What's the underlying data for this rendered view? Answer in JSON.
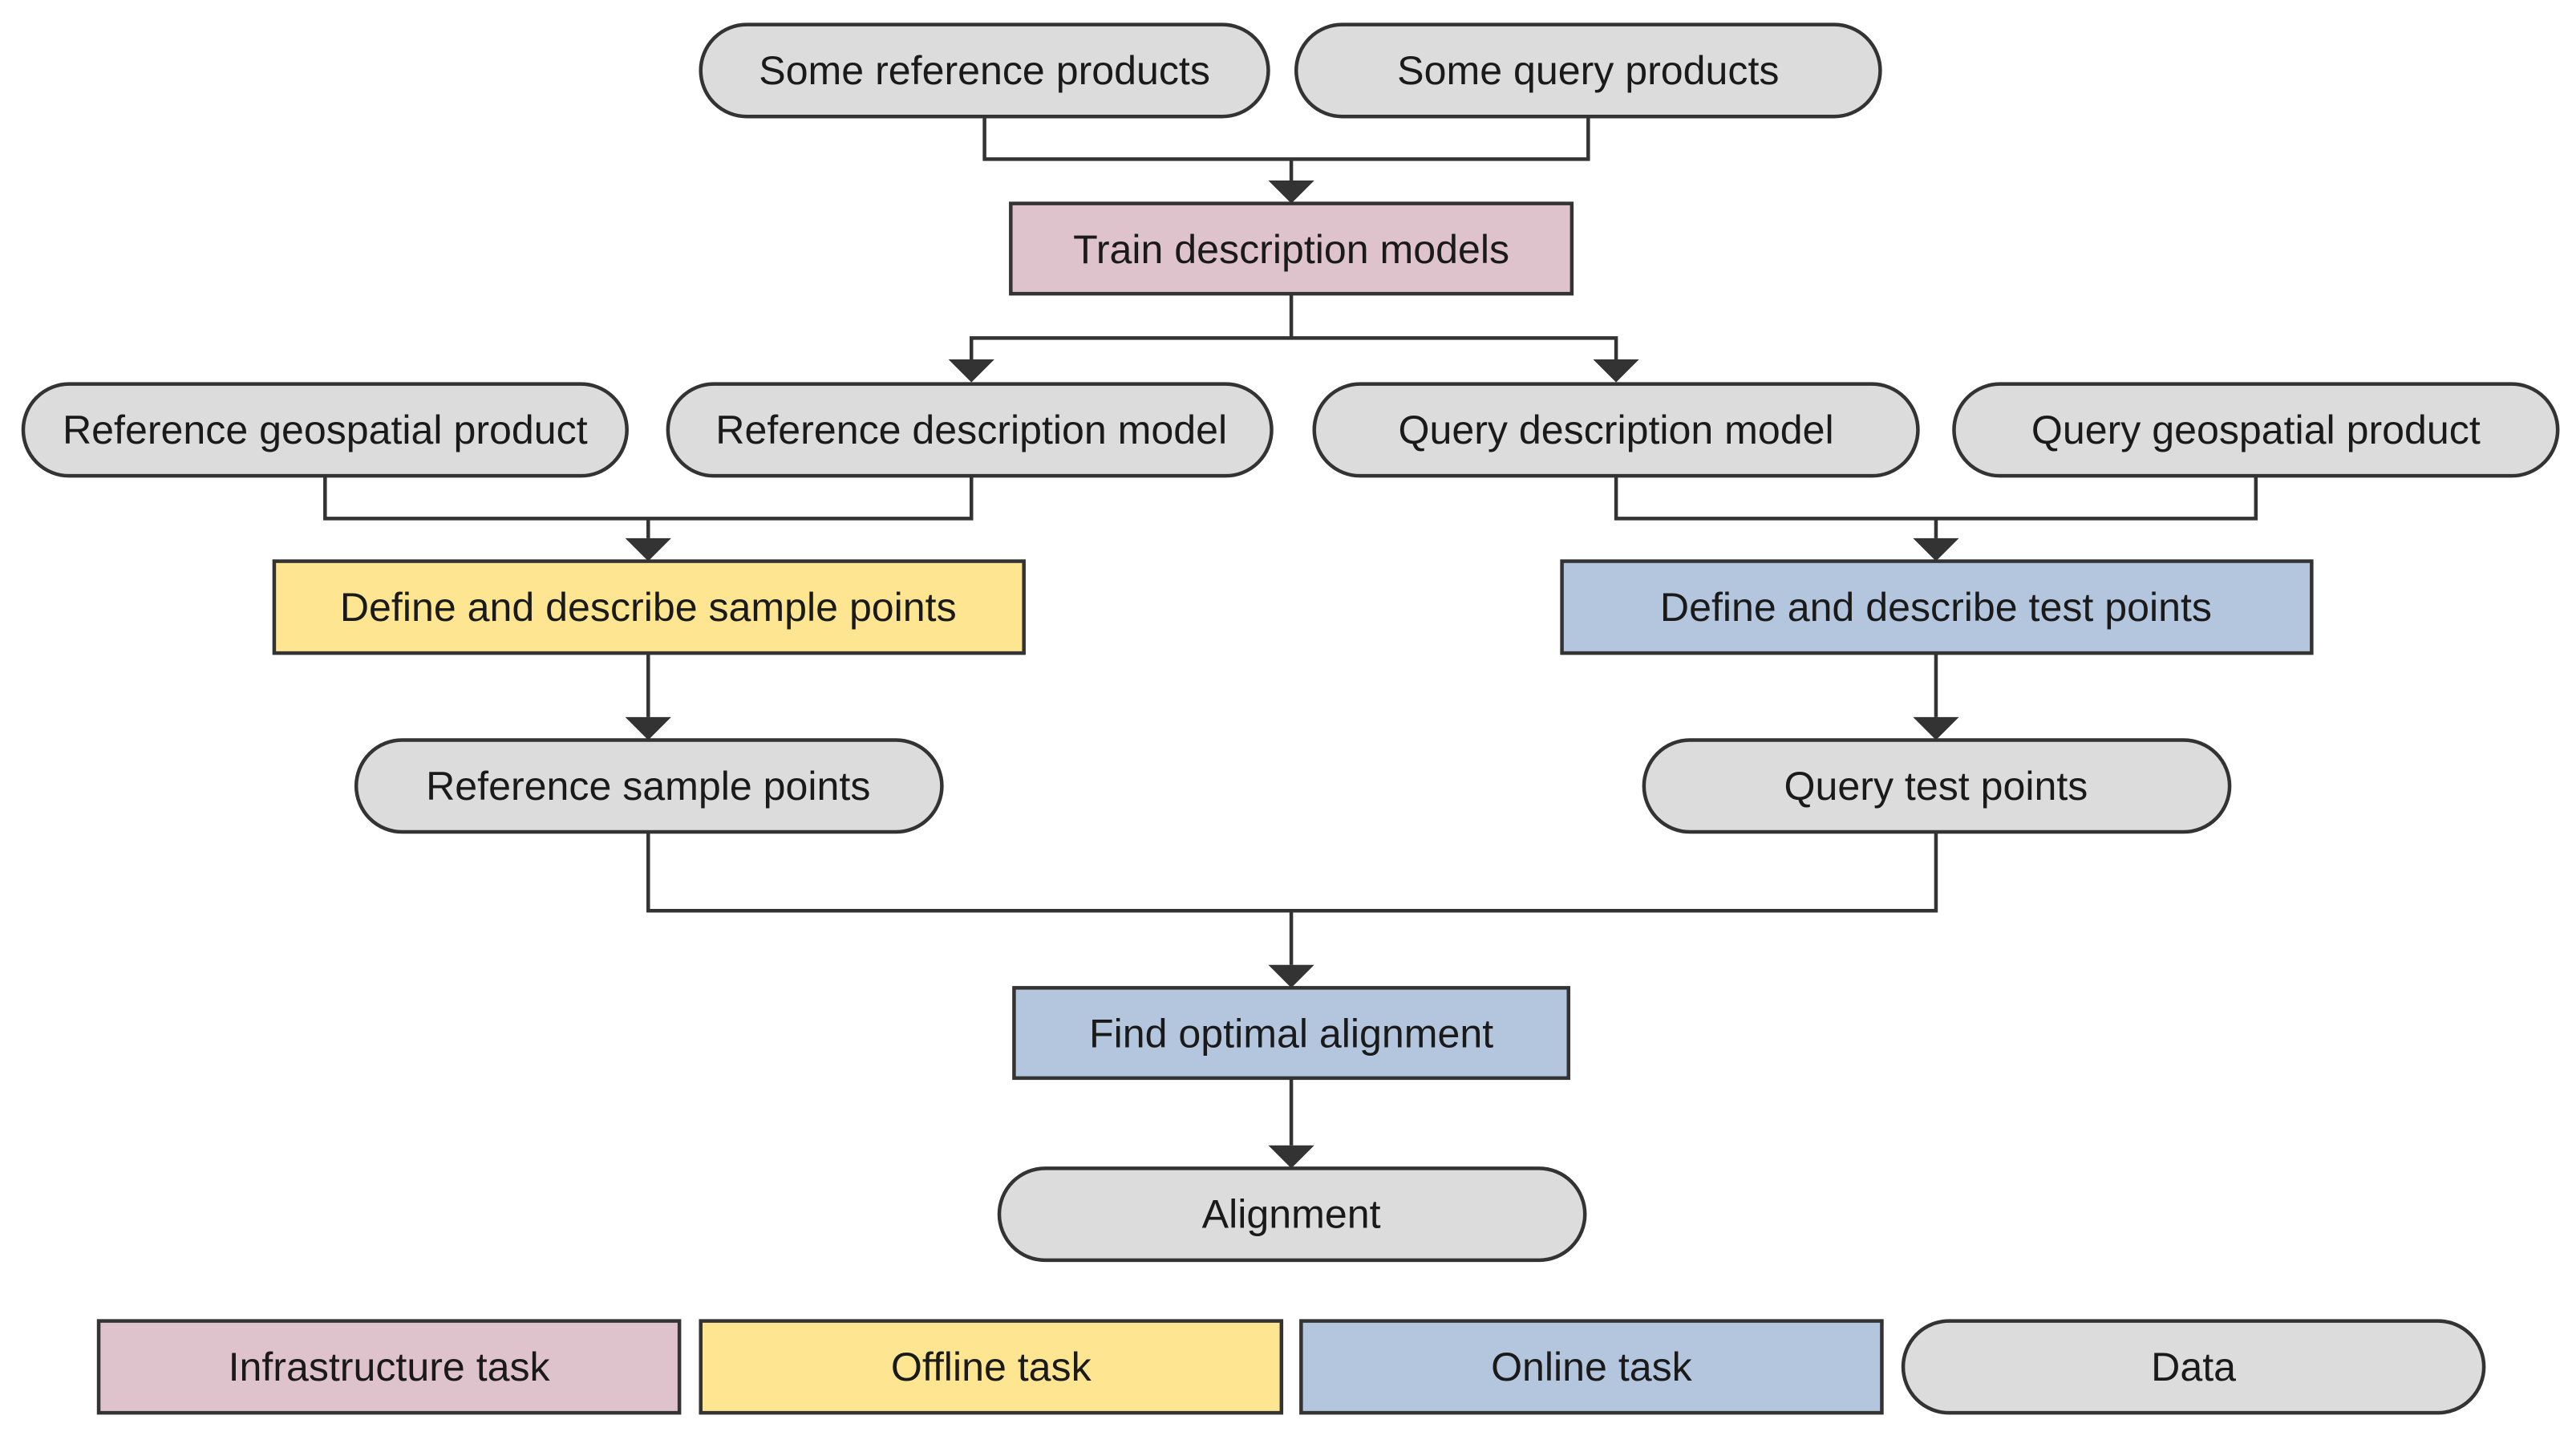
{
  "colors": {
    "infrastructure_task": "#dfc3cc",
    "offline_task": "#fde592",
    "online_task": "#b4c6dd",
    "data": "#dcdcdc",
    "stroke": "#333333"
  },
  "nodes": {
    "some_reference_products": "Some reference products",
    "some_query_products": "Some query products",
    "train_description_models": "Train description models",
    "reference_geospatial_product": "Reference geospatial product",
    "reference_description_model": "Reference description model",
    "query_description_model": "Query description model",
    "query_geospatial_product": "Query geospatial product",
    "define_describe_sample_points": "Define and describe sample points",
    "define_describe_test_points": "Define and describe test points",
    "reference_sample_points": "Reference sample points",
    "query_test_points": "Query test points",
    "find_optimal_alignment": "Find optimal alignment",
    "alignment": "Alignment"
  },
  "legend": {
    "infrastructure_task": "Infrastructure task",
    "offline_task": "Offline task",
    "online_task": "Online task",
    "data": "Data"
  }
}
